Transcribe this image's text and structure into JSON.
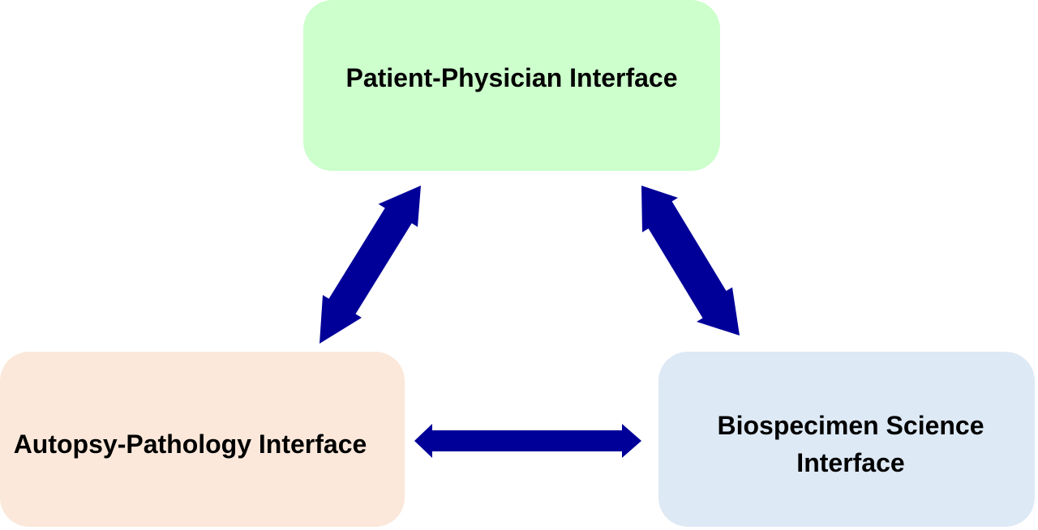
{
  "diagram": {
    "nodes": [
      {
        "id": "top",
        "label": "Patient-Physician Interface",
        "fill": "#ccffcc"
      },
      {
        "id": "left",
        "label": "Autopsy-Pathology Interface",
        "fill": "#fbe8da"
      },
      {
        "id": "right",
        "label": "Biospecimen Science Interface",
        "fill": "#dde9f5"
      }
    ],
    "edges": [
      {
        "from": "left",
        "to": "top",
        "type": "bidirectional"
      },
      {
        "from": "top",
        "to": "right",
        "type": "bidirectional"
      },
      {
        "from": "left",
        "to": "right",
        "type": "bidirectional"
      }
    ],
    "arrow_color": "#000099"
  }
}
